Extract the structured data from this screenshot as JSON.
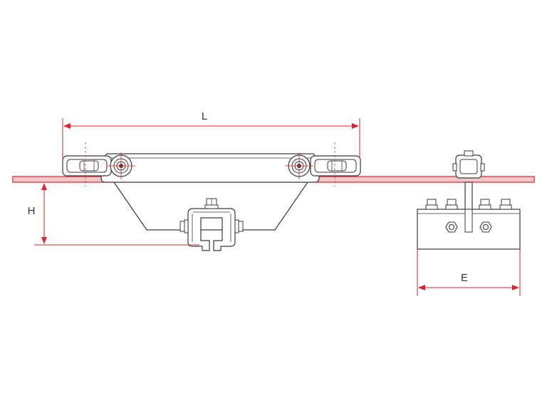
{
  "colors": {
    "dimension": "#d7262f",
    "beam_fill": "#f3c7c7",
    "outline": "#3a3a3a",
    "body_fill": "#ffffff"
  },
  "dimensions": {
    "length_label": "L",
    "height_label": "H",
    "end_width_label": "E"
  }
}
